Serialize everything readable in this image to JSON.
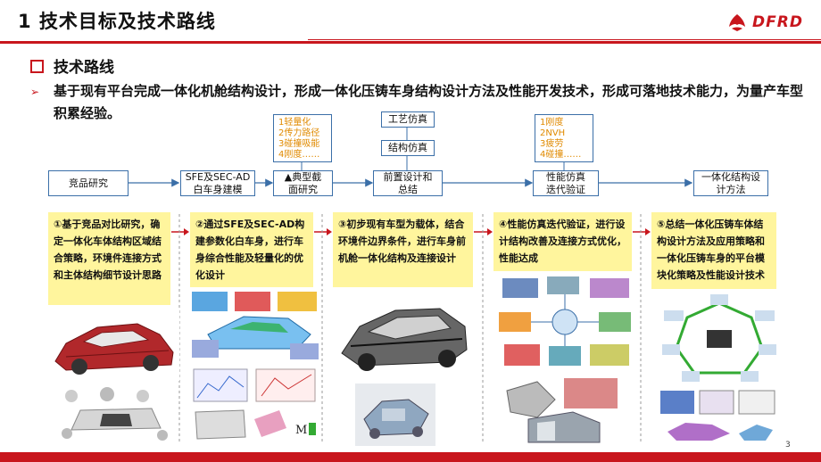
{
  "header": {
    "title": "1 技术目标及技术路线",
    "logo_text": "DFRD"
  },
  "section": {
    "title": "技术路线",
    "intro": "基于现有平台完成一体化机舱结构设计，形成一体化压铸车身结构设计方法及性能开发技术，形成可落地技术能力，为量产车型积累经验。"
  },
  "flow": {
    "steps": [
      {
        "label": "竞品研究"
      },
      {
        "line1": "SFE及SEC-AD",
        "line2": "白车身建模"
      },
      {
        "line1": "▲典型截",
        "line2": "面研究"
      },
      {
        "line1": "前置设计和",
        "line2": "总结"
      },
      {
        "line1": "性能仿真",
        "line2": "迭代验证"
      },
      {
        "line1": "一体化结构设",
        "line2": "计方法"
      }
    ],
    "note_left": [
      "1轻量化",
      "2传力路径",
      "3碰撞吸能",
      "4刚度……"
    ],
    "note_right": [
      "1刚度",
      "2NVH",
      "3疲劳",
      "4碰撞……"
    ],
    "sim_top": "工艺仿真",
    "sim_mid": "结构仿真"
  },
  "stages": [
    {
      "text": "①基于竞品对比研究，确定一体化车体结构区域结合策略，环境件连接方式和主体结构细节设计思路"
    },
    {
      "text": "②通过SFE及SEC-AD构建参数化白车身，进行车身综合性能及轻量化的优化设计"
    },
    {
      "text": "③初步现有车型为载体，结合环境件边界条件，进行车身前机舱一体化结构及连接设计"
    },
    {
      "text": "④性能仿真迭代验证，进行设计结构改善及连接方式优化，性能达成"
    },
    {
      "text": "⑤总结一体化压铸车体结构设计方法及应用策略和一体化压铸车身的平台模块化策略及性能设计技术"
    }
  ],
  "image_labels": {
    "m_label": "M"
  },
  "page_number": "3",
  "colors": {
    "brand_red": "#c8161d",
    "flow_blue": "#3b6fa8",
    "highlight_yellow": "#fff59d",
    "note_orange": "#e08a00"
  }
}
